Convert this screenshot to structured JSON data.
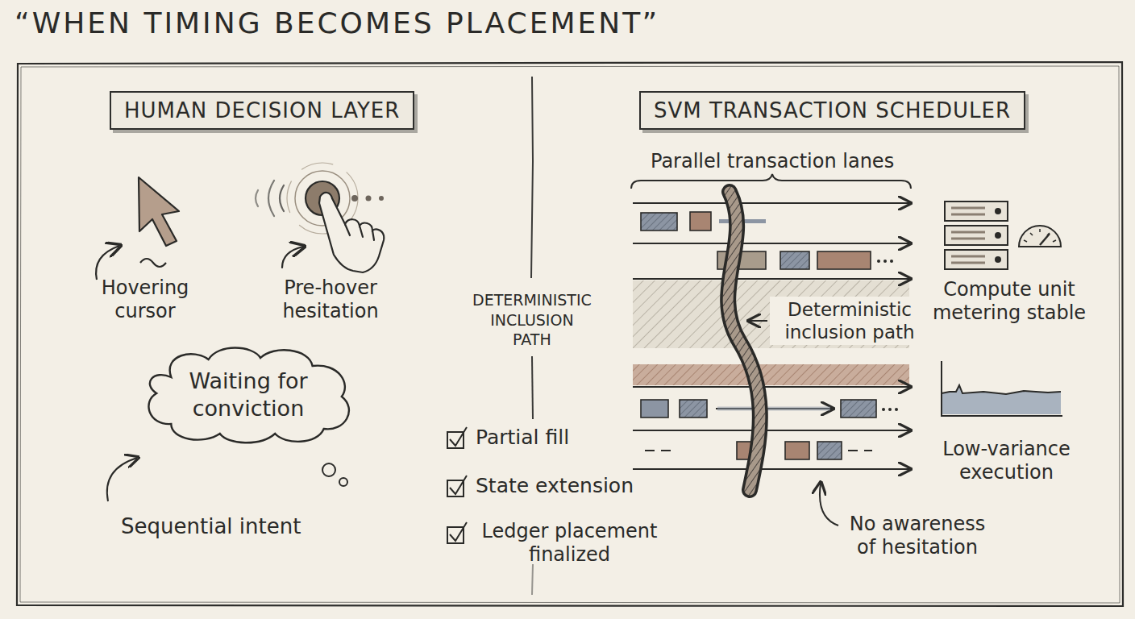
{
  "diagram": {
    "title": "“WHEN TIMING BECOMES PLACEMENT”",
    "nodes": [
      {
        "text": [
          "HUMAN DECISION LAYER"
        ]
      },
      {
        "text": [
          "SVM TRANSACTION SCHEDULER"
        ]
      },
      {
        "text": [
          "Waiting for conviction"
        ]
      }
    ],
    "labels": [
      "Hovering cursor",
      "Pre-hover hesitation",
      "Sequential intent",
      "DETERMINISTIC INCLUSION PATH",
      "Partial fill",
      "State extension",
      "Ledger placement finalized",
      "Parallel transaction lanes",
      "Deterministic inclusion path",
      "Compute unit metering stable",
      "Low-variance execution",
      "No awareness of hesitation"
    ]
  }
}
